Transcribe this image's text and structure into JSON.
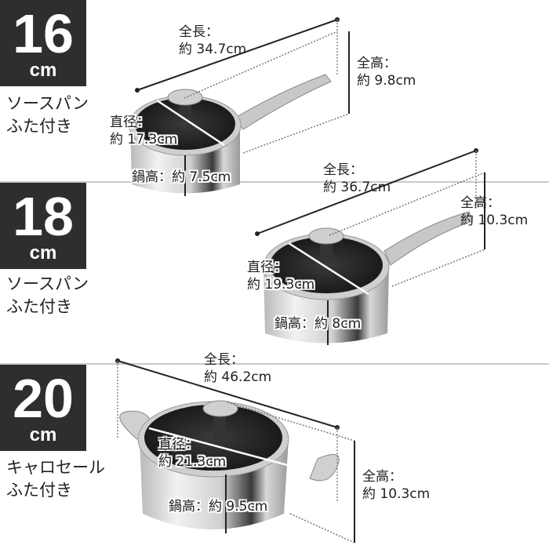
{
  "products": [
    {
      "size_number": "16",
      "size_unit": "cm",
      "name_line1": "ソースパン",
      "name_line2": "ふた付き",
      "total_length": {
        "label": "全長：",
        "value": "約 34.7cm"
      },
      "total_height": {
        "label": "全高：",
        "value": "約 9.8cm"
      },
      "diameter": {
        "label": "直径：",
        "value": "約 17.3cm"
      },
      "pot_height": {
        "label": "鍋高：",
        "value": "約 7.5cm"
      }
    },
    {
      "size_number": "18",
      "size_unit": "cm",
      "name_line1": "ソースパン",
      "name_line2": "ふた付き",
      "total_length": {
        "label": "全長：",
        "value": "約 36.7cm"
      },
      "total_height": {
        "label": "全高：",
        "value": "約 10.3cm"
      },
      "diameter": {
        "label": "直径：",
        "value": "約 19.3cm"
      },
      "pot_height": {
        "label": "鍋高：",
        "value": "約 8cm"
      }
    },
    {
      "size_number": "20",
      "size_unit": "cm",
      "name_line1": "キャロセール",
      "name_line2": "ふた付き",
      "total_length": {
        "label": "全長：",
        "value": "約 46.2cm"
      },
      "total_height": {
        "label": "全高：",
        "value": "約 10.3cm"
      },
      "diameter": {
        "label": "直径：",
        "value": "約 21.3cm"
      },
      "pot_height": {
        "label": "鍋高：",
        "value": "約 9.5cm"
      }
    }
  ],
  "colors": {
    "badge_bg": "#2e2e2e",
    "divider": "#c9c9c9",
    "steel_light": "#e6e6e6",
    "steel_dark": "#8a8a8a",
    "glass": "#1c1c1c"
  }
}
